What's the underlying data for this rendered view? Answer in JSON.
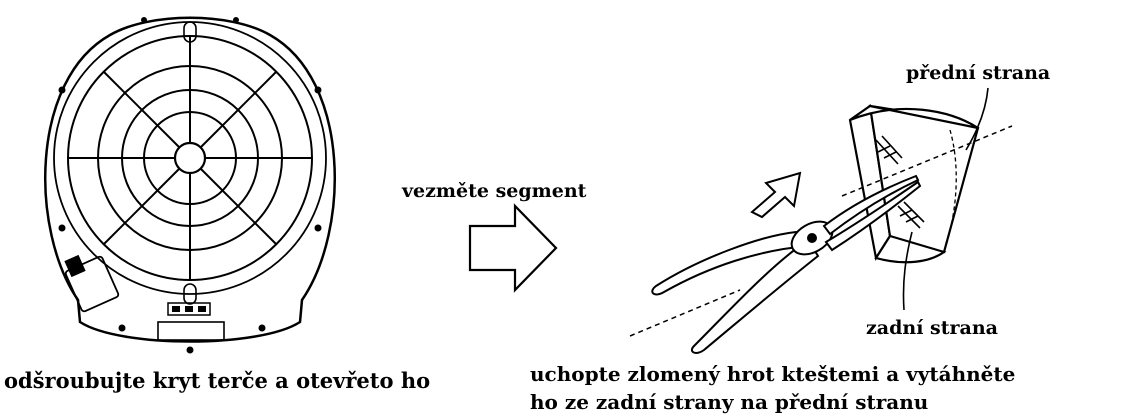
{
  "labels": {
    "front_side": "přední strana",
    "take_segment": "vezměte segment",
    "back_side": "zadní strana"
  },
  "captions": {
    "left": "odšroubujte kryt terče a otevřeto ho",
    "right_line1": "uchopte zlomený hrot kteštemi a vytáhněte",
    "right_line2": "ho ze zadní strany na přední stranu"
  },
  "colors": {
    "ink": "#000000",
    "background": "#ffffff"
  }
}
